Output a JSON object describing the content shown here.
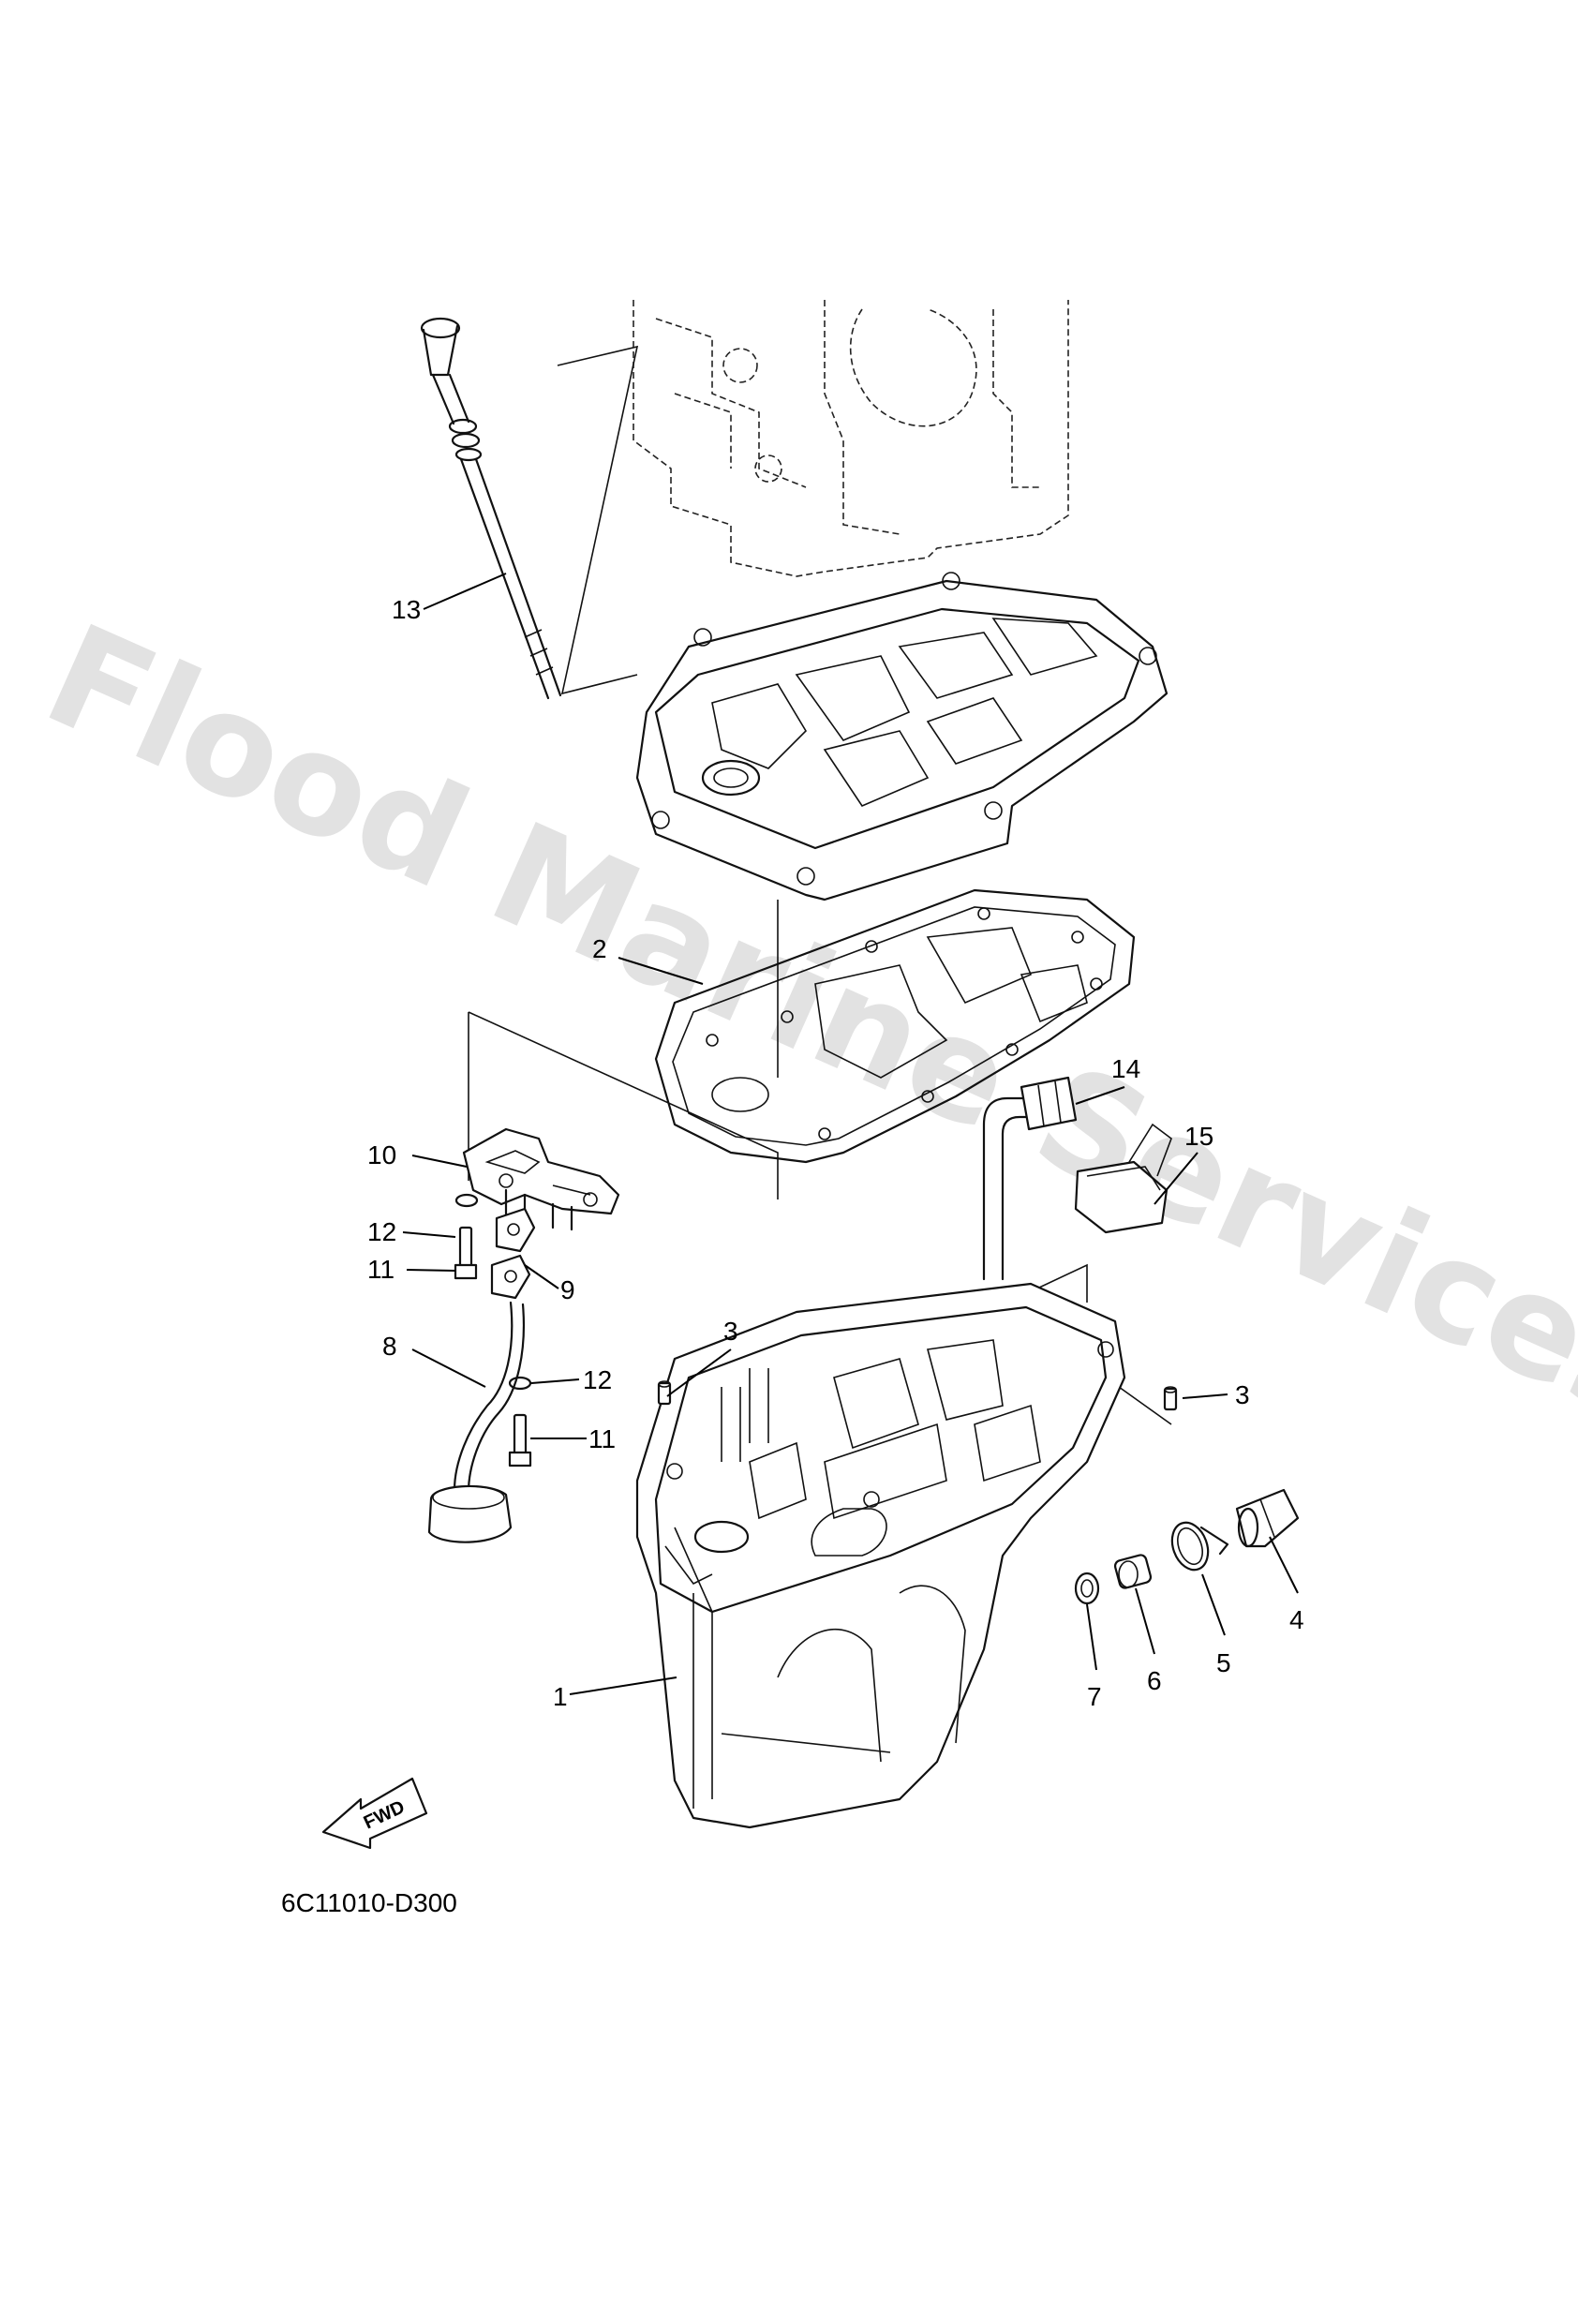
{
  "watermark": "Flood Marine Services",
  "diagram_code": "6C11010-D300",
  "fwd_label": "FWD",
  "callouts": {
    "c1": "1",
    "c2": "2",
    "c3a": "3",
    "c3b": "3",
    "c4": "4",
    "c5": "5",
    "c6": "6",
    "c7": "7",
    "c8": "8",
    "c9": "9",
    "c10": "10",
    "c11a": "11",
    "c11b": "11",
    "c12a": "12",
    "c12b": "12",
    "c13": "13",
    "c14": "14",
    "c15": "15"
  },
  "icons": [
    "fwd-arrow-icon"
  ]
}
